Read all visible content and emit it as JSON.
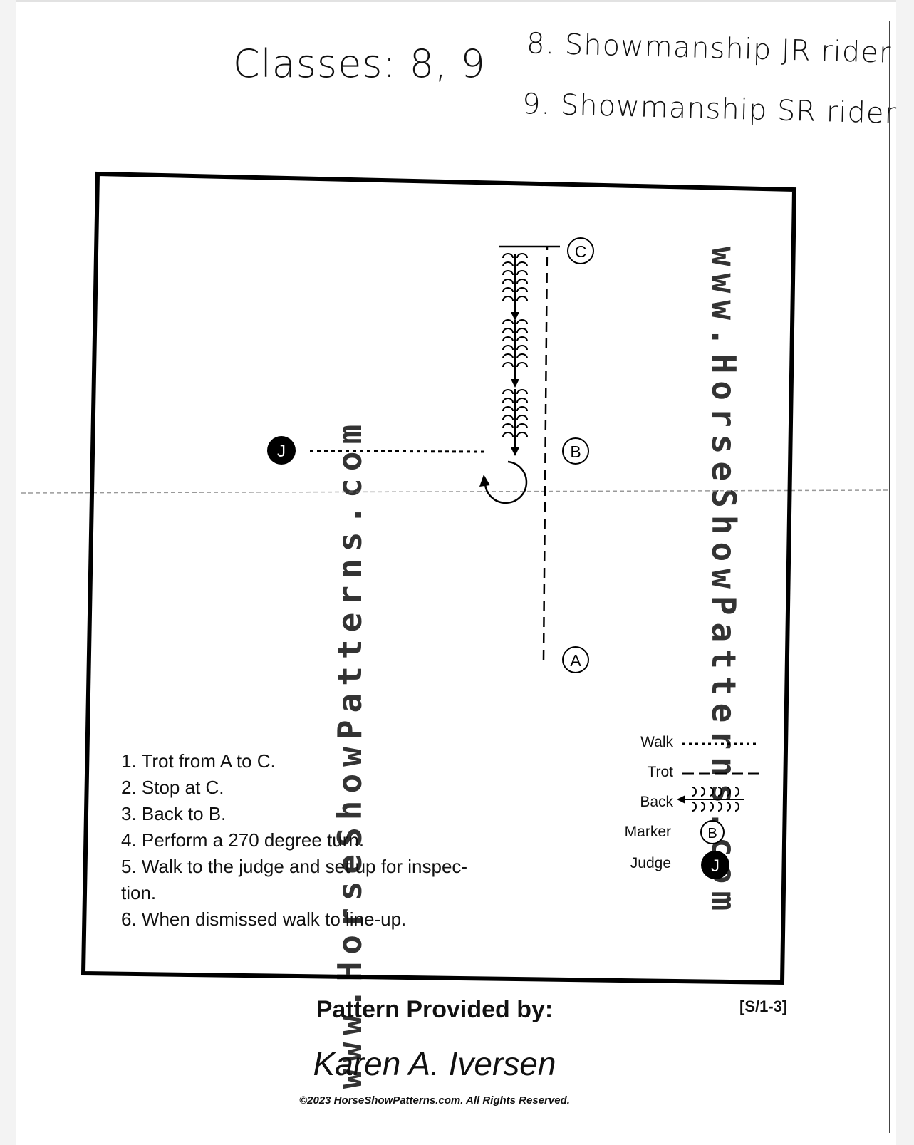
{
  "header": {
    "classes": "Classes: 8, 9",
    "class_8": "8. Showmanship JR rider",
    "class_9": "9. Showmanship SR rider"
  },
  "watermark": {
    "site": "www.HorseShowPatterns.com"
  },
  "markers": {
    "a": "A",
    "b": "B",
    "c": "C",
    "judge": "J"
  },
  "steps": [
    "1. Trot from A to C.",
    "2. Stop at C.",
    "3. Back to B.",
    "4. Perform a 270 degree turn.",
    "5. Walk to the judge and set up for inspec-",
    "tion.",
    "6. When dismissed walk to line-up."
  ],
  "legend": {
    "walk": "Walk",
    "trot": "Trot",
    "back": "Back",
    "marker": "Marker",
    "marker_symbol": "B",
    "judge": "Judge",
    "judge_symbol": "J"
  },
  "pattern_code": "[S/1-3]",
  "footer": {
    "provided_by": "Pattern Provided by:",
    "author": "Karen A. Iversen",
    "copyright": "©2023 HorseShowPatterns.com. All Rights Reserved."
  }
}
